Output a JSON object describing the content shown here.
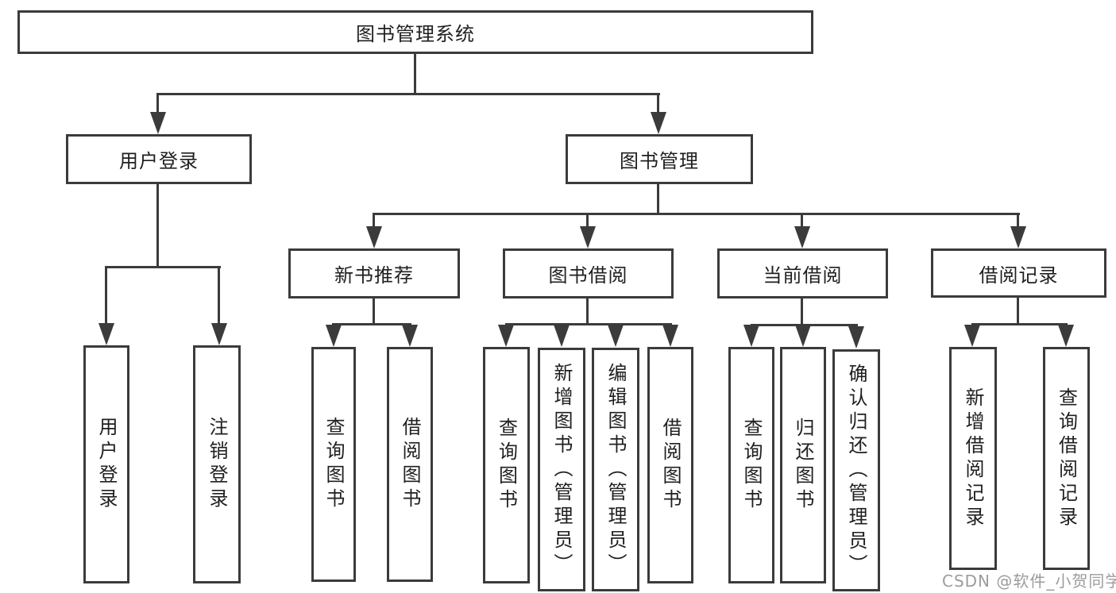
{
  "diagram": {
    "root_label": "图书管理系统",
    "level2": {
      "user_login": "用户登录",
      "book_mgmt": "图书管理"
    },
    "level3": {
      "new_book": "新书推荐",
      "book_borrow": "图书借阅",
      "current_borrow": "当前借阅",
      "borrow_record": "借阅记录"
    },
    "leaves": {
      "user_login": [
        "用户登录",
        "注销登录"
      ],
      "new_book": [
        "查询图书",
        "借阅图书"
      ],
      "book_borrow": [
        "查询图书",
        "新增图书（管理员）",
        "编辑图书（管理员）",
        "借阅图书"
      ],
      "current_borrow": [
        "查询图书",
        "归还图书",
        "确认归还（管理员）"
      ],
      "borrow_record": [
        "新增借阅记录",
        "查询借阅记录"
      ]
    }
  },
  "watermark": {
    "text": "CSDN @软件_小贺同学"
  },
  "colors": {
    "line": "#3b3b3b",
    "text": "#1f1f1f",
    "background": "#ffffff",
    "watermark": "#9c9c9c"
  }
}
